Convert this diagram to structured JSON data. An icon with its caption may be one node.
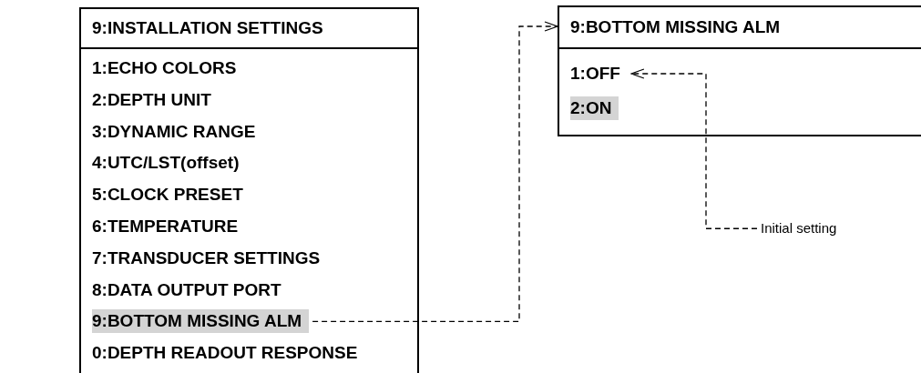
{
  "diagram": {
    "nodes": [
      {
        "text": [
          "9:INSTALLATION SETTINGS"
        ]
      },
      {
        "text": [
          "1:ECHO COLORS"
        ],
        "in": 0
      },
      {
        "text": [
          "2:DEPTH UNIT"
        ],
        "in": 0
      },
      {
        "text": [
          "3:DYNAMIC RANGE"
        ],
        "in": 0
      },
      {
        "text": [
          "4:UTC/LST(offset)"
        ],
        "in": 0
      },
      {
        "text": [
          "5:CLOCK PRESET"
        ],
        "in": 0
      },
      {
        "text": [
          "6:TEMPERATURE"
        ],
        "in": 0
      },
      {
        "text": [
          "7:TRANSDUCER SETTINGS"
        ],
        "in": 0
      },
      {
        "text": [
          "8:DATA OUTPUT PORT"
        ],
        "in": 0
      },
      {
        "text": [
          "9:BOTTOM MISSING ALM"
        ],
        "in": 0
      },
      {
        "text": [
          "0:DEPTH READOUT RESPONSE"
        ],
        "in": 0
      },
      {
        "text": [
          "9:BOTTOM MISSING ALM"
        ]
      },
      {
        "text": [
          "1:OFF"
        ],
        "in": 11
      },
      {
        "text": [
          "2:ON"
        ],
        "in": 11
      },
      {
        "text": [
          "Initial setting"
        ]
      }
    ],
    "edges": [
      {
        "from": 9,
        "to": 11,
        "arrow": "to",
        "style": "dashed"
      },
      {
        "from": 14,
        "to": 12,
        "arrow": "to",
        "style": "dashed"
      }
    ]
  }
}
